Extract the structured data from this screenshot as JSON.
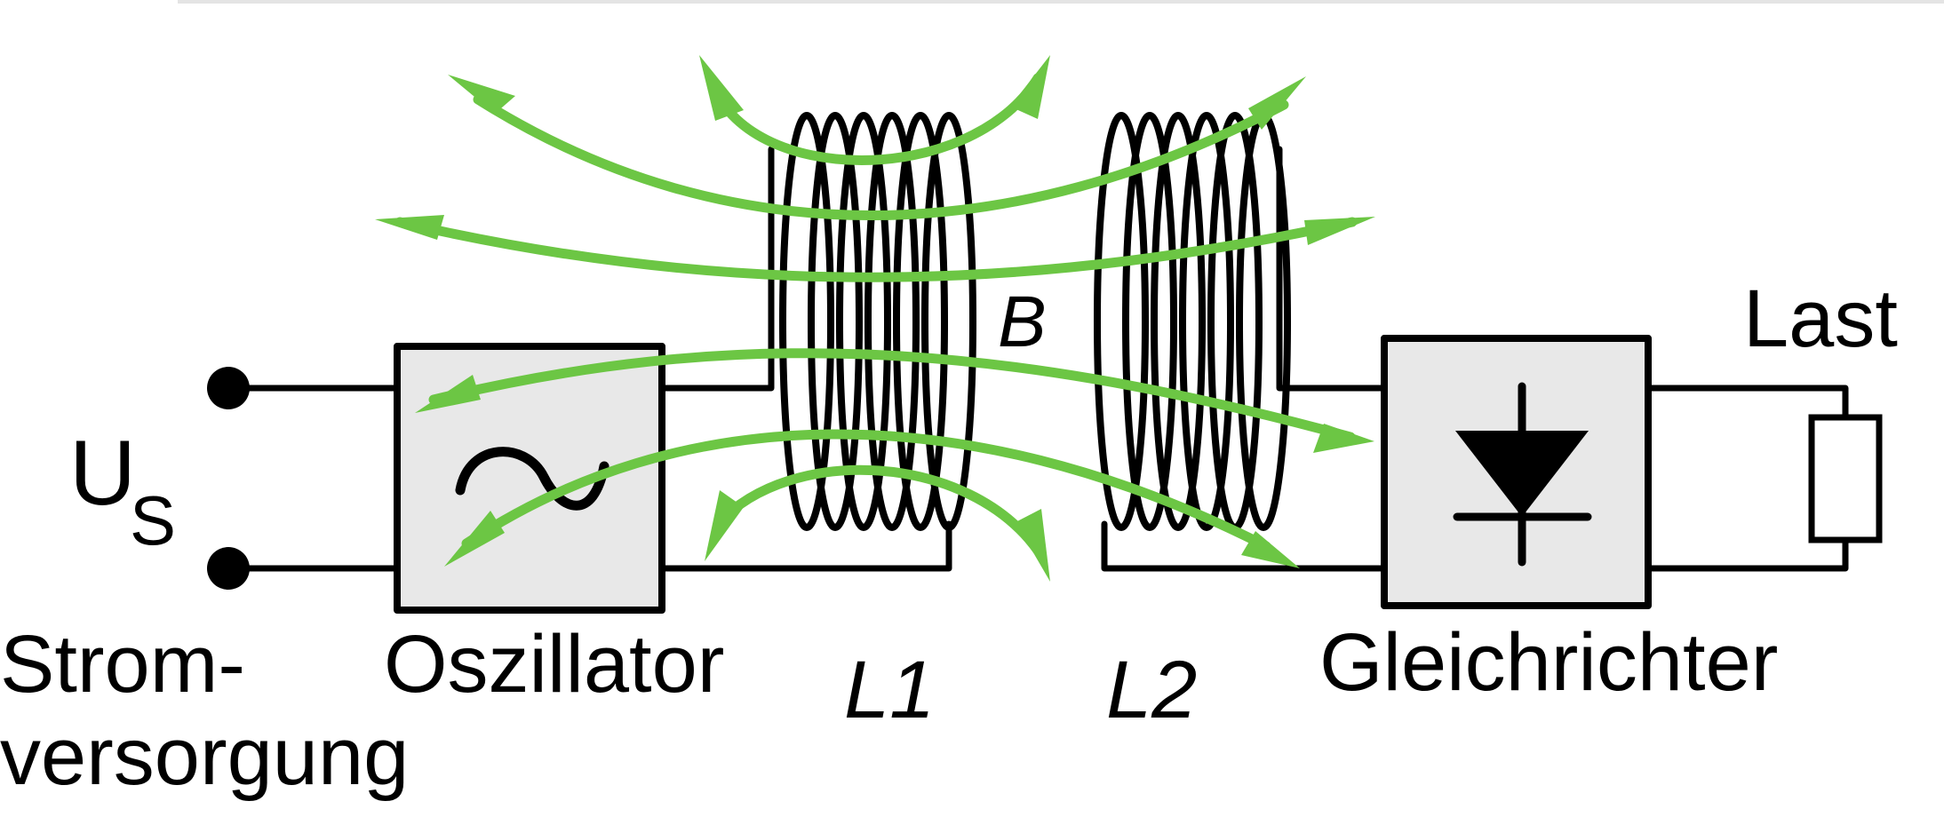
{
  "colors": {
    "field_lines": "#6cc644",
    "wires": "#000000",
    "block_fill": "#e8e8e8",
    "background": "#ffffff"
  },
  "labels": {
    "source_voltage_main": "U",
    "source_voltage_sub": "S",
    "power_supply_line1": "Strom-",
    "power_supply_line2": "versorgung",
    "oscillator": "Oszillator",
    "coil1": "L1",
    "coil2": "L2",
    "field": "B",
    "rectifier": "Gleichrichter",
    "load": "Last"
  },
  "icons": {
    "oscillator_symbol": "sine-wave-icon",
    "rectifier_symbol": "diode-icon",
    "load_symbol": "resistor-icon",
    "terminal_symbol": "terminal-dot-icon"
  }
}
